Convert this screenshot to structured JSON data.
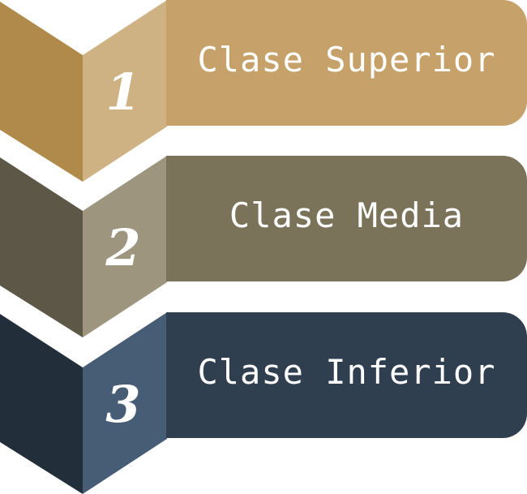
{
  "diagram": {
    "type": "numbered-hierarchy",
    "levels": [
      {
        "number": "1",
        "label": "Clase Superior",
        "colors": {
          "left_face": "#b08a4a",
          "right_face": "#cfb283",
          "bar": "#c6a169"
        }
      },
      {
        "number": "2",
        "label": "Clase Media",
        "colors": {
          "left_face": "#5d5748",
          "right_face": "#9e957e",
          "bar": "#7a7259"
        }
      },
      {
        "number": "3",
        "label": "Clase Inferior",
        "colors": {
          "left_face": "#232e3b",
          "right_face": "#475d75",
          "bar": "#2f3f50"
        }
      }
    ]
  }
}
